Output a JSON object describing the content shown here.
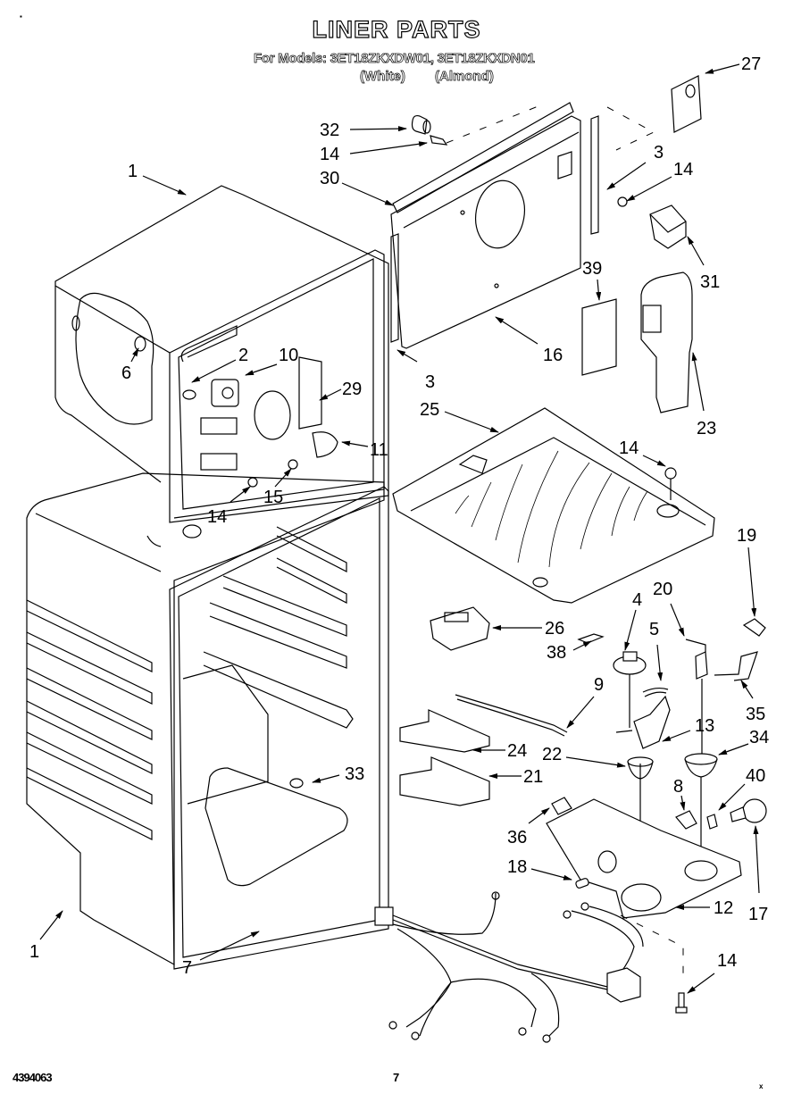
{
  "header": {
    "title": "LINER PARTS",
    "models_line": "For Models: 3ET18ZKXDW01, 3ET18ZKXDN01",
    "color_white": "(White)",
    "color_almond": "(Almond)"
  },
  "footer": {
    "document_number": "4394063",
    "page_number": "7"
  },
  "callouts": [
    {
      "id": "c27",
      "label": "27"
    },
    {
      "id": "c32",
      "label": "32"
    },
    {
      "id": "c14a",
      "label": "14"
    },
    {
      "id": "c30",
      "label": "30"
    },
    {
      "id": "c3a",
      "label": "3"
    },
    {
      "id": "c14b",
      "label": "14"
    },
    {
      "id": "c1a",
      "label": "1"
    },
    {
      "id": "c31",
      "label": "31"
    },
    {
      "id": "c39",
      "label": "39"
    },
    {
      "id": "c2",
      "label": "2"
    },
    {
      "id": "c10",
      "label": "10"
    },
    {
      "id": "c6",
      "label": "6"
    },
    {
      "id": "c16",
      "label": "16"
    },
    {
      "id": "c29",
      "label": "29"
    },
    {
      "id": "c3b",
      "label": "3"
    },
    {
      "id": "c23",
      "label": "23"
    },
    {
      "id": "c25",
      "label": "25"
    },
    {
      "id": "c11",
      "label": "11"
    },
    {
      "id": "c14c",
      "label": "14"
    },
    {
      "id": "c14d",
      "label": "14"
    },
    {
      "id": "c15",
      "label": "15"
    },
    {
      "id": "c19",
      "label": "19"
    },
    {
      "id": "c4",
      "label": "4"
    },
    {
      "id": "c20",
      "label": "20"
    },
    {
      "id": "c26",
      "label": "26"
    },
    {
      "id": "c5",
      "label": "5"
    },
    {
      "id": "c38",
      "label": "38"
    },
    {
      "id": "c35",
      "label": "35"
    },
    {
      "id": "c9",
      "label": "9"
    },
    {
      "id": "c13",
      "label": "13"
    },
    {
      "id": "c24",
      "label": "24"
    },
    {
      "id": "c22",
      "label": "22"
    },
    {
      "id": "c34",
      "label": "34"
    },
    {
      "id": "c33",
      "label": "33"
    },
    {
      "id": "c21",
      "label": "21"
    },
    {
      "id": "c8",
      "label": "8"
    },
    {
      "id": "c40",
      "label": "40"
    },
    {
      "id": "c36",
      "label": "36"
    },
    {
      "id": "c18",
      "label": "18"
    },
    {
      "id": "c12",
      "label": "12"
    },
    {
      "id": "c17",
      "label": "17"
    },
    {
      "id": "c1b",
      "label": "1"
    },
    {
      "id": "c7",
      "label": "7"
    },
    {
      "id": "c14e",
      "label": "14"
    }
  ]
}
